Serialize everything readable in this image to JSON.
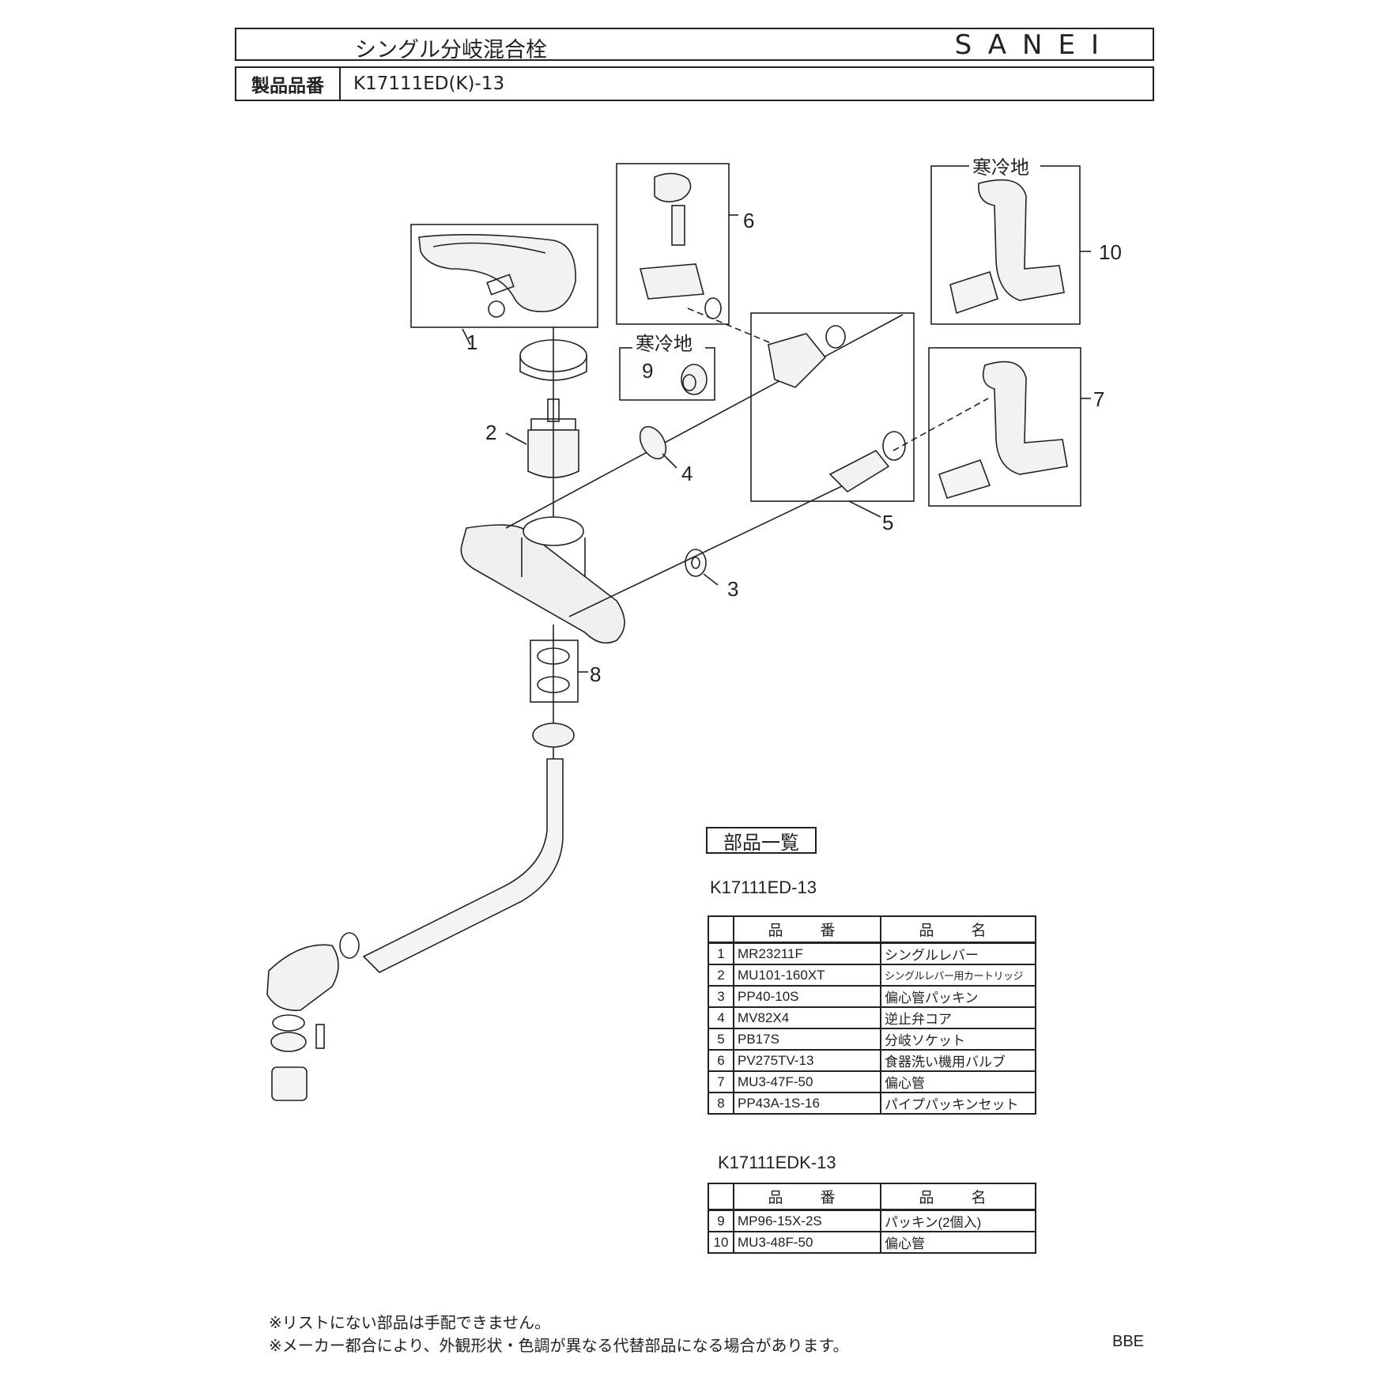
{
  "header": {
    "title": "シングル分岐混合栓",
    "brand": "SANEI",
    "part_number_label": "製品品番",
    "part_number": "K17111ED(K)-13"
  },
  "diagram": {
    "callouts": [
      "1",
      "2",
      "3",
      "4",
      "5",
      "6",
      "7",
      "8",
      "9",
      "10"
    ],
    "cold_region_label": "寒冷地"
  },
  "parts_list": {
    "title": "部品一覧",
    "headers": {
      "code": "品　番",
      "name": "品　名"
    },
    "model_a": "K17111ED-13",
    "rows_a": [
      {
        "no": "1",
        "code": "MR23211F",
        "name": "シングルレバー"
      },
      {
        "no": "2",
        "code": "MU101-160XT",
        "name": "シングルレバー用カートリッジ"
      },
      {
        "no": "3",
        "code": "PP40-10S",
        "name": "偏心管パッキン"
      },
      {
        "no": "4",
        "code": "MV82X4",
        "name": "逆止弁コア"
      },
      {
        "no": "5",
        "code": "PB17S",
        "name": "分岐ソケット"
      },
      {
        "no": "6",
        "code": "PV275TV-13",
        "name": "食器洗い機用バルブ"
      },
      {
        "no": "7",
        "code": "MU3-47F-50",
        "name": "偏心管"
      },
      {
        "no": "8",
        "code": "PP43A-1S-16",
        "name": "パイプパッキンセット"
      }
    ],
    "model_b": "K17111EDK-13",
    "rows_b": [
      {
        "no": "9",
        "code": "MP96-15X-2S",
        "name": "パッキン(2個入)"
      },
      {
        "no": "10",
        "code": "MU3-48F-50",
        "name": "偏心管"
      }
    ]
  },
  "notes": [
    "※リストにない部品は手配できません。",
    "※メーカー都合により、外観形状・色調が異なる代替部品になる場合があります。"
  ],
  "doc_code": "BBE"
}
